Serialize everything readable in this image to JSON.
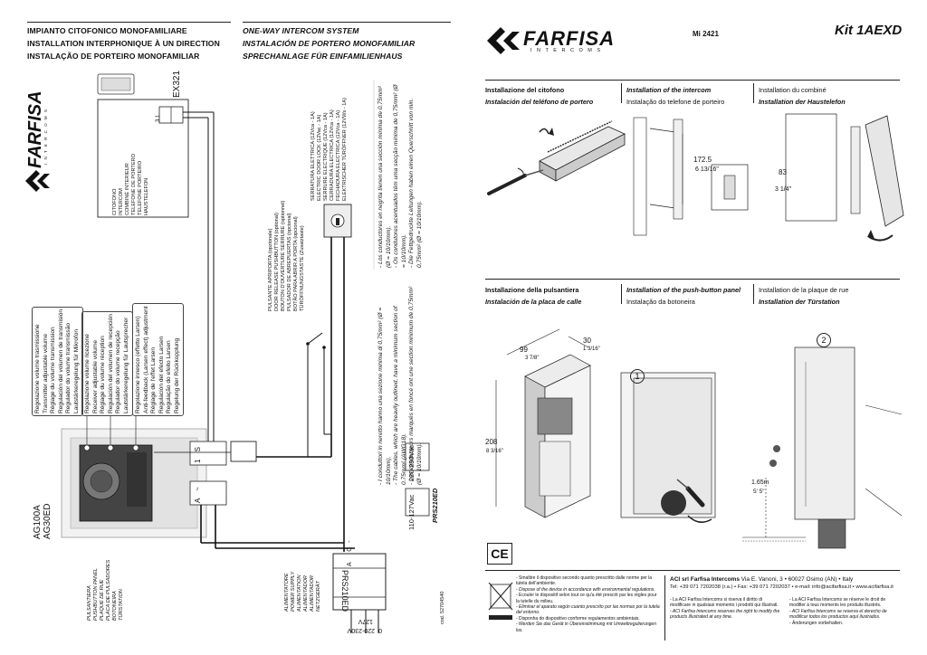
{
  "header": {
    "titles_it": [
      "IMPIANTO CITOFONICO MONOFAMILIARE",
      "INSTALLATION INTERPHONIQUE À UN DIRECTION",
      "INSTALAÇÃO DE PORTEIRO MONOFAMILIAR"
    ],
    "titles_en": [
      "ONE-WAY INTERCOM SYSTEM",
      "INSTALACIÓN DE PORTERO MONOFAMILIAR",
      "SPRECHANLAGE FÜR EINFAMILIENHAUS"
    ],
    "brand": "FARFISA",
    "brand_sub": "I N T E R C O M S",
    "model_code": "Mi 2421",
    "kit_name": "Kit 1AEXD"
  },
  "left_panel": {
    "ex321_label": "EX321",
    "ex321_terminals": "3  1",
    "ex321_desc": [
      "CITOFONO",
      "INTERCOM",
      "COMBINÉ INTERIEUR",
      "TELEFONE DE PORTERO",
      "TELEFONE PORTEIRO",
      "HAUSTELEFON"
    ],
    "lock_desc": [
      "SERRATURA ELETTRICA (12Vca - 1A)",
      "ELECTRIC DOOR LOCK (12Vac - 1A)",
      "SERRURE ELECTRIQUE (12Vca - 1A)",
      "CERRADURA ELECTRICA (12Vca - 1A)",
      "FECHADURA ELECTRICA (12Vca - 1A)",
      "ELEKTRISCHER TÜRÖFFNER (12VWs - 1A)"
    ],
    "button_desc": [
      "PULSANTE APRIPORTA (opzionale)",
      "DOOR RELEASE PUSHBUTTON (optional)",
      "BOUTON D'OUVERTURE SERRURE (optionnel)",
      "PULSADOR DE ABREPUERTAS (opcional)",
      "BOTÃO PARA ABRIR A PORTA (opcional)",
      "TÜRÖFFNUNGSTASTE (Zusatztaste)"
    ],
    "notes_lock": [
      "- I conduttori in neretto hanno una sezione minima di 0,75mm² (Ø = 10/10mm).",
      "- The cables, which are heavily outlined, have a minimum section of 0.75mm² (AWG18).",
      "- Les conducteurs marqués en foncé ont une section minimum de 0,75mm² (Ø = 10/10mm)."
    ],
    "notes_right": [
      "- Los conductores en negrita tienen una sección mínima de 0,75mm² (Ø = 10/10mm).",
      "- Os condutores acentuados têm uma secção mínima de 0,75mm² (Ø = 10/10mm).",
      "- Die Fettgedruckte Leitungen haben einen Querschnitt von min. 0,75mm² (Ø = 10/10mm)."
    ],
    "volume_tx": [
      "Regolazione volume trasmissione",
      "Transmitter adjustable volume",
      "Réglage du volume transmission",
      "Regulación del volumen de transmisión",
      "Regulador do volume transmissão",
      "Lautstärkeregelung für Mikrofon"
    ],
    "volume_rx": [
      "Regolazione volume ricezione",
      "Receiver adjustable volume",
      "Réglage du volume réception",
      "Regulación del volumen de recepción",
      "Regulador do volume recepção",
      "Lautstärkeregelung für Lautsprecher"
    ],
    "larsen": [
      "Regolazione innesco (effetto Larsen)",
      "Anti-feedback (Larsen effect) adjustment",
      "Réglage de l'effet Larsen",
      "Regulación del efecto Larsen",
      "Regulação do efeito Larsen",
      "Regelung der Rückkopplung"
    ],
    "ag_label": [
      "AG100A",
      "AG30ED"
    ],
    "panel_desc": [
      "PULSANTIERA",
      "PUSHBUTTON PANEL",
      "PLAQUE DE RUE",
      "PLACA DE PULSADORES",
      "BOTONEIRA",
      "TÜRSTATION"
    ],
    "term_top": "1 S",
    "term_bot": "A  ~",
    "psu_desc": [
      "ALIMENTATORE",
      "POWER SUPPLY",
      "ALIMENTATION",
      "ALIMENTADOR",
      "ALIMENTADOR",
      "NETZGERÄT"
    ],
    "psu_name": "PRS210ED",
    "psu_terminals": "A  C-",
    "v110": "110-127Vac",
    "v220": "220-230Vac",
    "v_127": "127V",
    "v_230": "220-230V",
    "v_0": "0",
    "cod": "cod. 52704540"
  },
  "right_panel": {
    "sec1": {
      "it": "Installazione del citofono",
      "es": "Instalación del teléfono de portero",
      "en": "Installation of the intercom",
      "pt": "Instalação do telefone de porteiro",
      "fr": "Installation du combiné",
      "de": "Installation der Haustelefon",
      "dim1": "172.5",
      "dim1b": "6 13/16\"",
      "dim2": "83",
      "dim2b": "3 1/4\""
    },
    "sec2": {
      "it": "Installazione della pulsantiera",
      "es": "Instalación de la placa de calle",
      "en": "Installation of the push-button panel",
      "pt": "Instalação da botoneira",
      "fr": "Installation de la plaque de rue",
      "de": "Installation der Türstation",
      "w": "99",
      "w2": "3 7/8\"",
      "d": "30",
      "d2": "1 3/16\"",
      "h": "208",
      "h2": "8 3/16\"",
      "step1": "1",
      "step2": "2",
      "height": "1.65m",
      "height2": "5' 5\""
    },
    "footer": {
      "ce": "CE",
      "company": "ACI srl Farfisa Intercoms",
      "address": "Via E. Vanoni, 3 • 60027 Osimo (AN) • Italy",
      "contacts": "Tel: +39 071 7202038 (r.a.) • Fax: +39 071 7202037 • e-mail: info@acifarfisa.it • www.acifarfisa.it",
      "weee": [
        "- Smaltire il dispositivo secondo quanto prescritto dalle norme per la tutela dell'ambiente.",
        "- Dispose of the device in accordance with environmental regulations.",
        "- Ecouler le dispositif selon tout ce qu'a été prescrit par les règles pour la tutelle du milieu.",
        "- Eliminar el aparato según cuanto prescrito por las normas por la tutela del entorno.",
        "- Disponha do dispositivo conforme regulamentos ambientais.",
        "- Werden Sie das Gerät in Übereinstimmung mit Umweltregulierungen los."
      ],
      "rights_a": [
        "- La ACI Farfisa Intercoms si riserva il diritto di modificare in qualsiasi momento i prodotti qui illustrati.",
        "- ACI Farfisa Intercoms reserves the right to modify the products illustrated at any time."
      ],
      "rights_b": [
        "- La ACI Farfisa Intercoms se réserve le droit de modifier à tous moments les produits illustrés.",
        "- ACI Farfisa Intercoms se reserva el derecho de modificar todos los productos aquí ilustrados.",
        "- Änderungen vorbehalten."
      ]
    }
  },
  "colors": {
    "ink": "#111111",
    "grey": "#9a9a9a",
    "light": "#d8d8d8"
  }
}
